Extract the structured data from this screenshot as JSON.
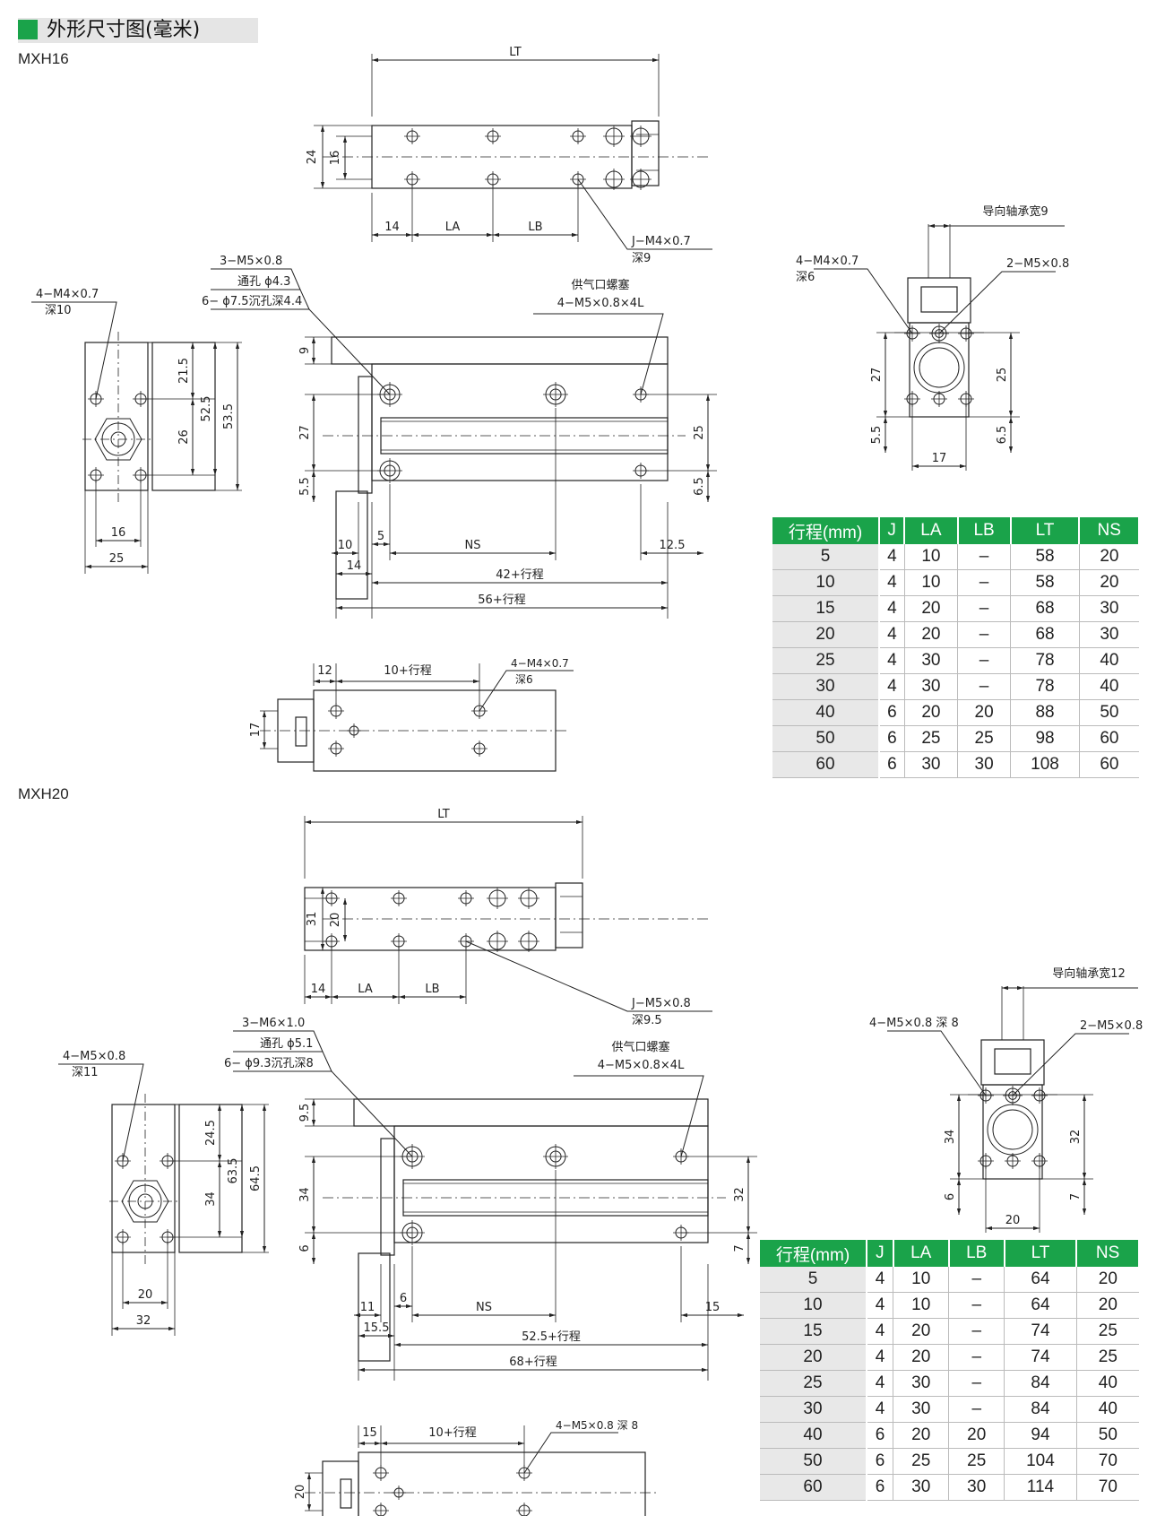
{
  "header": {
    "title": "外形尺寸图(毫米)"
  },
  "models": [
    {
      "name": "MXH16",
      "labels": {
        "lt": "LT",
        "d24": "24",
        "d16": "16",
        "d14": "14",
        "la": "LA",
        "lb": "LB",
        "callout_j": "J−M4×0.7",
        "callout_j2": "深9",
        "guide": "导向轴承宽9",
        "top_tap1": "4−M4×0.7",
        "top_tap2": "深6",
        "top_tap3": "2−M5×0.8",
        "e27": "27",
        "e25": "25",
        "e55": "5.5",
        "e65": "6.5",
        "e17": "17",
        "left_tap1": "4−M4×0.7",
        "left_tap2": "深10",
        "l215": "21.5",
        "l525": "52.5",
        "l535": "53.5",
        "l26": "26",
        "l16": "16",
        "l25": "25",
        "m1": "3−M5×0.8",
        "m2": "通孔 ϕ4.3",
        "m3": "6− ϕ7.5沉孔深4.4",
        "air1": "供气口螺塞",
        "air2": "4−M5×0.8×4L",
        "s9": "9",
        "s27": "27",
        "s55": "5.5",
        "s25": "25",
        "s65": "6.5",
        "s10": "10",
        "s5": "5",
        "sns": "NS",
        "s125": "12.5",
        "s14": "14",
        "s42": "42+行程",
        "s56": "56+行程",
        "b12": "12",
        "b10": "10+行程",
        "b17": "17",
        "btap1": "4−M4×0.7",
        "btap2": "深6"
      },
      "table": {
        "headers": [
          "行程(mm)",
          "J",
          "LA",
          "LB",
          "LT",
          "NS"
        ],
        "rows": [
          [
            "5",
            "4",
            "10",
            "–",
            "58",
            "20"
          ],
          [
            "10",
            "4",
            "10",
            "–",
            "58",
            "20"
          ],
          [
            "15",
            "4",
            "20",
            "–",
            "68",
            "30"
          ],
          [
            "20",
            "4",
            "20",
            "–",
            "68",
            "30"
          ],
          [
            "25",
            "4",
            "30",
            "–",
            "78",
            "40"
          ],
          [
            "30",
            "4",
            "30",
            "–",
            "78",
            "40"
          ],
          [
            "40",
            "6",
            "20",
            "20",
            "88",
            "50"
          ],
          [
            "50",
            "6",
            "25",
            "25",
            "98",
            "60"
          ],
          [
            "60",
            "6",
            "30",
            "30",
            "108",
            "60"
          ]
        ]
      }
    },
    {
      "name": "MXH20",
      "labels": {
        "lt": "LT",
        "d24": "31",
        "d16": "20",
        "d14": "14",
        "la": "LA",
        "lb": "LB",
        "callout_j": "J−M5×0.8",
        "callout_j2": "深9.5",
        "guide": "导向轴承宽12",
        "top_tap1": "4−M5×0.8 深 8",
        "top_tap2": "",
        "top_tap3": "2−M5×0.8",
        "e27": "34",
        "e25": "32",
        "e55": "6",
        "e65": "7",
        "e17": "20",
        "left_tap1": "4−M5×0.8",
        "left_tap2": "深11",
        "l215": "24.5",
        "l525": "63.5",
        "l535": "64.5",
        "l26": "34",
        "l16": "20",
        "l25": "32",
        "m1": "3−M6×1.0",
        "m2": "通孔 ϕ5.1",
        "m3": "6− ϕ9.3沉孔深8",
        "air1": "供气口螺塞",
        "air2": "4−M5×0.8×4L",
        "s9": "9.5",
        "s27": "34",
        "s55": "6",
        "s25": "32",
        "s65": "7",
        "s10": "11",
        "s5": "6",
        "sns": "NS",
        "s125": "15",
        "s14": "15.5",
        "s42": "52.5+行程",
        "s56": "68+行程",
        "b12": "15",
        "b10": "10+行程",
        "b17": "20",
        "btap1": "4−M5×0.8 深 8",
        "btap2": ""
      },
      "table": {
        "headers": [
          "行程(mm)",
          "J",
          "LA",
          "LB",
          "LT",
          "NS"
        ],
        "rows": [
          [
            "5",
            "4",
            "10",
            "–",
            "64",
            "20"
          ],
          [
            "10",
            "4",
            "10",
            "–",
            "64",
            "20"
          ],
          [
            "15",
            "4",
            "20",
            "–",
            "74",
            "25"
          ],
          [
            "20",
            "4",
            "20",
            "–",
            "74",
            "25"
          ],
          [
            "25",
            "4",
            "30",
            "–",
            "84",
            "40"
          ],
          [
            "30",
            "4",
            "30",
            "–",
            "84",
            "40"
          ],
          [
            "40",
            "6",
            "20",
            "20",
            "94",
            "50"
          ],
          [
            "50",
            "6",
            "25",
            "25",
            "104",
            "70"
          ],
          [
            "60",
            "6",
            "30",
            "30",
            "114",
            "70"
          ]
        ]
      }
    }
  ]
}
